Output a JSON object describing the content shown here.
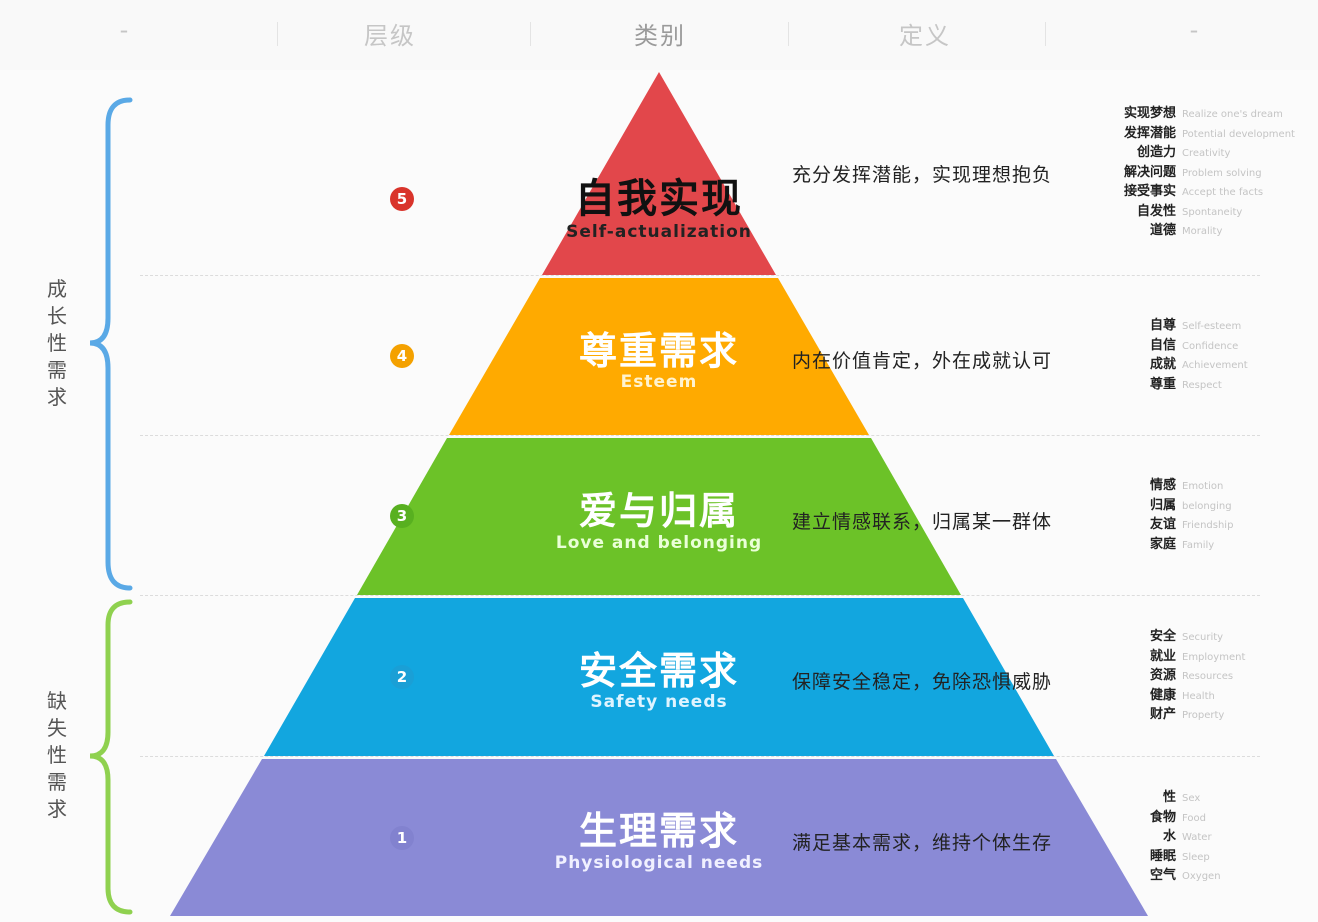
{
  "header": {
    "columns": [
      "-",
      "层级",
      "类别",
      "定义",
      "-"
    ]
  },
  "groups": [
    {
      "label": [
        "成",
        "长",
        "性",
        "需",
        "求"
      ],
      "color": "#5aa9e6"
    },
    {
      "label": [
        "缺",
        "失",
        "性",
        "需",
        "求"
      ],
      "color": "#8fd14f"
    }
  ],
  "levels": [
    {
      "badge": "5",
      "color": "#e2474b",
      "badge_color": "#d9342b",
      "title_cn": "自我实现",
      "title_en": "Self-actualization",
      "definition": "充分发挥潜能，实现理想抱负",
      "items": [
        {
          "cn": "实现梦想",
          "en": "Realize one's dream"
        },
        {
          "cn": "发挥潜能",
          "en": "Potential development"
        },
        {
          "cn": "创造力",
          "en": "Creativity"
        },
        {
          "cn": "解决问题",
          "en": "Problem solving"
        },
        {
          "cn": "接受事实",
          "en": "Accept the facts"
        },
        {
          "cn": "自发性",
          "en": "Spontaneity"
        },
        {
          "cn": "道德",
          "en": "Morality"
        }
      ]
    },
    {
      "badge": "4",
      "color": "#ffaa00",
      "badge_color": "#f4a100",
      "title_cn": "尊重需求",
      "title_en": "Esteem",
      "definition": "内在价值肯定，外在成就认可",
      "items": [
        {
          "cn": "自尊",
          "en": "Self-esteem"
        },
        {
          "cn": "自信",
          "en": "Confidence"
        },
        {
          "cn": "成就",
          "en": "Achievement"
        },
        {
          "cn": "尊重",
          "en": "Respect"
        }
      ]
    },
    {
      "badge": "3",
      "color": "#6cc228",
      "badge_color": "#58b020",
      "title_cn": "爱与归属",
      "title_en": "Love and belonging",
      "definition": "建立情感联系，归属某一群体",
      "items": [
        {
          "cn": "情感",
          "en": "Emotion"
        },
        {
          "cn": "归属",
          "en": "belonging"
        },
        {
          "cn": "友谊",
          "en": "Friendship"
        },
        {
          "cn": "家庭",
          "en": "Family"
        }
      ]
    },
    {
      "badge": "2",
      "color": "#12a6df",
      "badge_color": "#1a9fd6",
      "title_cn": "安全需求",
      "title_en": "Safety needs",
      "definition": "保障安全稳定，免除恐惧威胁",
      "items": [
        {
          "cn": "安全",
          "en": "Security"
        },
        {
          "cn": "就业",
          "en": "Employment"
        },
        {
          "cn": "资源",
          "en": "Resources"
        },
        {
          "cn": "健康",
          "en": "Health"
        },
        {
          "cn": "财产",
          "en": "Property"
        }
      ]
    },
    {
      "badge": "1",
      "color": "#8a8ad6",
      "badge_color": "#8282cf",
      "title_cn": "生理需求",
      "title_en": "Physiological needs",
      "definition": "满足基本需求，维持个体生存",
      "items": [
        {
          "cn": "性",
          "en": "Sex"
        },
        {
          "cn": "食物",
          "en": "Food"
        },
        {
          "cn": "水",
          "en": "Water"
        },
        {
          "cn": "睡眠",
          "en": "Sleep"
        },
        {
          "cn": "空气",
          "en": "Oxygen"
        }
      ]
    }
  ]
}
